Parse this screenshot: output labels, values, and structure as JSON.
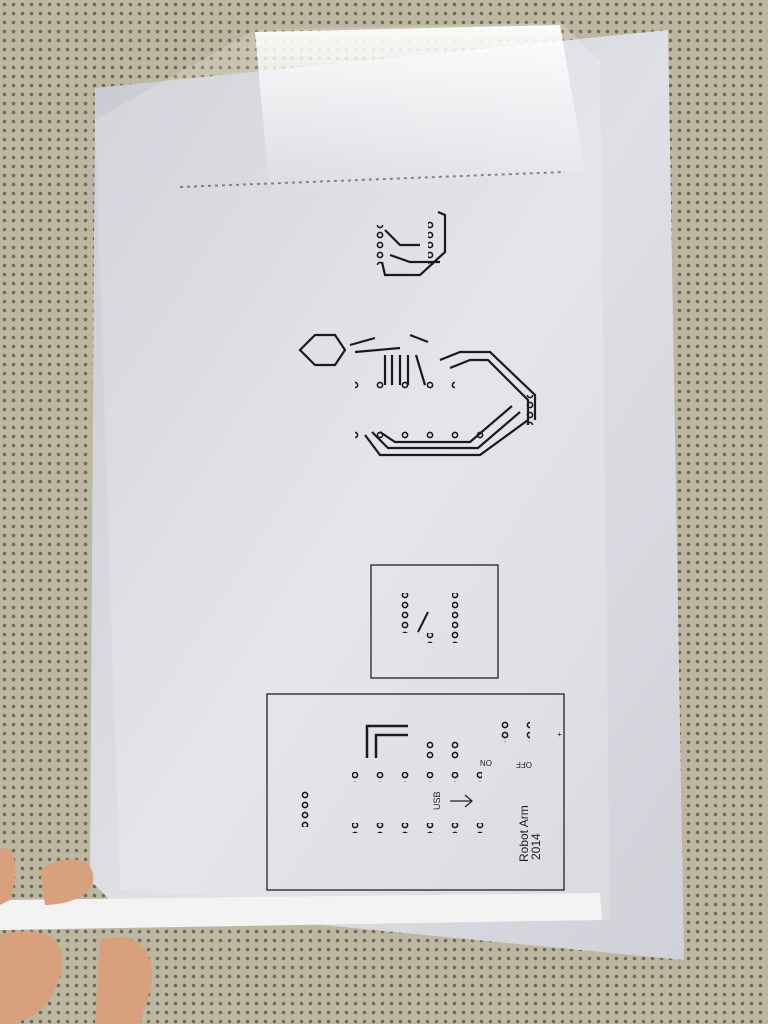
{
  "scene": {
    "background_color": "#b9b29c",
    "paper_color": "#dcdde3",
    "trace_color": "#1a1a1a"
  },
  "pcb_main": {
    "title_line1": "Robot Arm",
    "title_line2": "2014",
    "usb_label": "USB",
    "on_label": "ON",
    "off_label": "OFF",
    "plus_label": "+"
  }
}
